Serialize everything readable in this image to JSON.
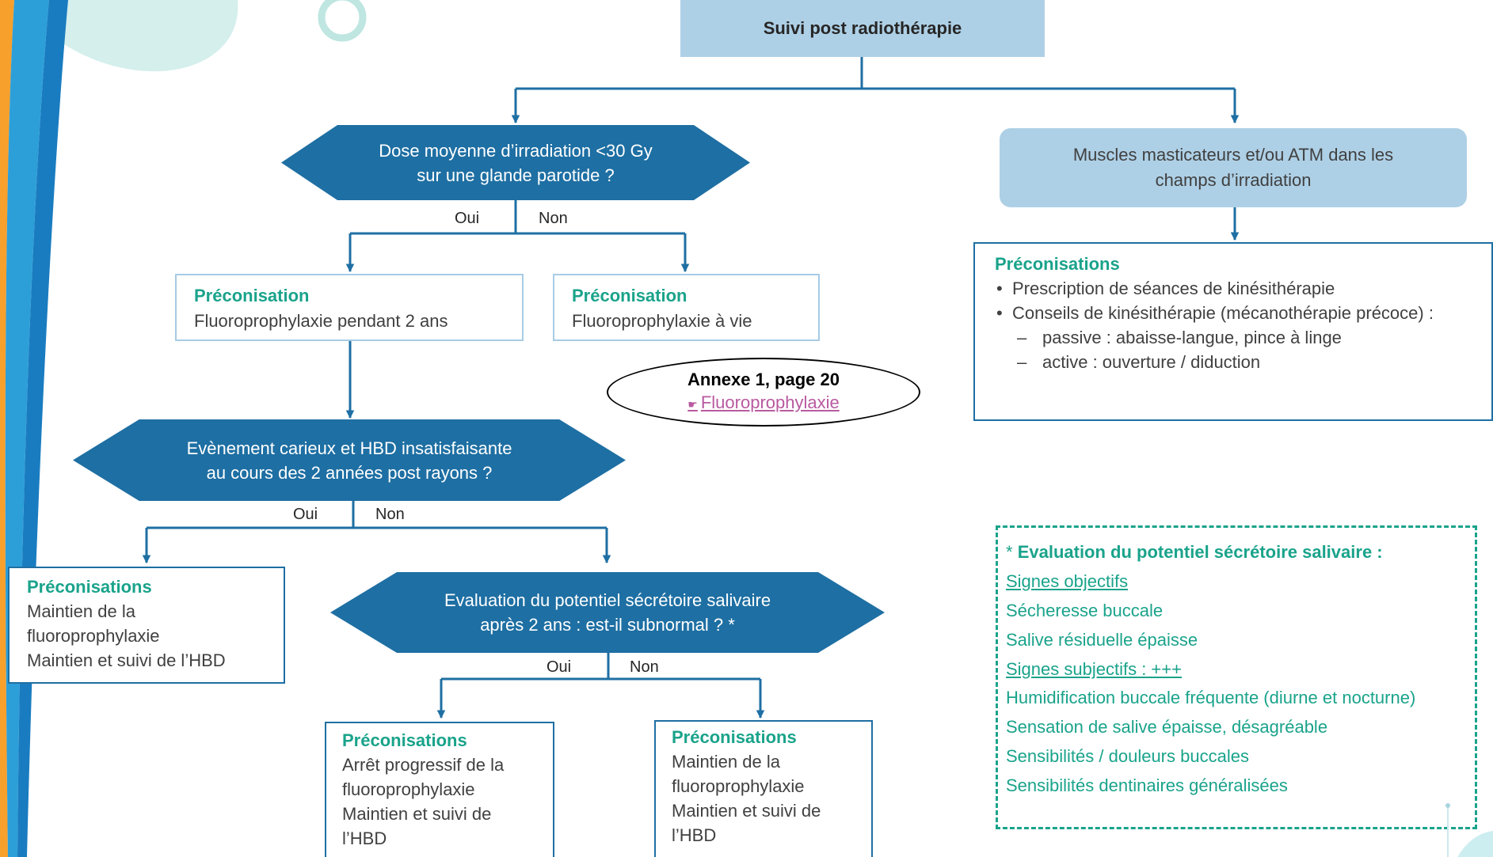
{
  "title": "Suivi post radiothérapie",
  "questions": {
    "q1": [
      "Dose moyenne d’irradiation <30 Gy",
      "sur une glande parotide ?"
    ],
    "q2": [
      "Evènement carieux et HBD insatisfaisante",
      "au cours des 2 années post rayons ?"
    ],
    "q3": [
      "Evaluation du potentiel sécrétoire salivaire",
      "après 2 ans : est-il subnormal ? *"
    ]
  },
  "branches": {
    "yes": "Oui",
    "no": "Non"
  },
  "muscles": [
    "Muscles masticateurs et/ou ATM dans les",
    "champs d’irradiation"
  ],
  "recommendations": {
    "q1_yes": {
      "heading": "Préconisation",
      "lines": [
        "Fluoroprophylaxie pendant 2 ans"
      ]
    },
    "q1_no": {
      "heading": "Préconisation",
      "lines": [
        "Fluoroprophylaxie à vie"
      ]
    },
    "q2_yes": {
      "heading": "Préconisations",
      "lines": [
        "Maintien de la",
        "fluoroprophylaxie",
        "Maintien et suivi de l’HBD"
      ]
    },
    "q3_yes": {
      "heading": "Préconisations",
      "lines": [
        "Arrêt progressif de la",
        "fluoroprophylaxie",
        "Maintien et suivi de",
        "l’HBD"
      ]
    },
    "q3_no": {
      "heading": "Préconisations",
      "lines": [
        "Maintien de la",
        "fluoroprophylaxie",
        "Maintien et suivi de",
        "l’HBD"
      ]
    },
    "muscles": {
      "heading": "Préconisations",
      "bullets": [
        "Prescription de séances de kinésithérapie",
        "Conseils de kinésithérapie (mécanothérapie précoce) :"
      ],
      "sub_items": [
        "passive : abaisse-langue, pince à linge",
        "active : ouverture / diduction"
      ]
    }
  },
  "annex": {
    "title": "Annexe 1, page 20",
    "link_icon": "pointing-hand-icon",
    "link": "Fluoroprophylaxie"
  },
  "salivary_eval": {
    "star": "*",
    "heading": "Evaluation du potentiel sécrétoire salivaire :",
    "objective_label": "Signes objectifs",
    "objective": [
      "Sécheresse buccale",
      "Salive résiduelle épaisse"
    ],
    "subjective_label": "Signes subjectifs : +++",
    "subjective": [
      "Humidification buccale fréquente (diurne et nocturne)",
      "Sensation de salive épaisse, désagréable",
      "Sensibilités / douleurs buccales",
      "Sensibilités dentinaires généralisées"
    ]
  },
  "colors": {
    "dark_blue": "#1e6fa3",
    "light_blue": "#aed0e6",
    "teal": "#1aa38b",
    "link": "#b85aa0"
  }
}
